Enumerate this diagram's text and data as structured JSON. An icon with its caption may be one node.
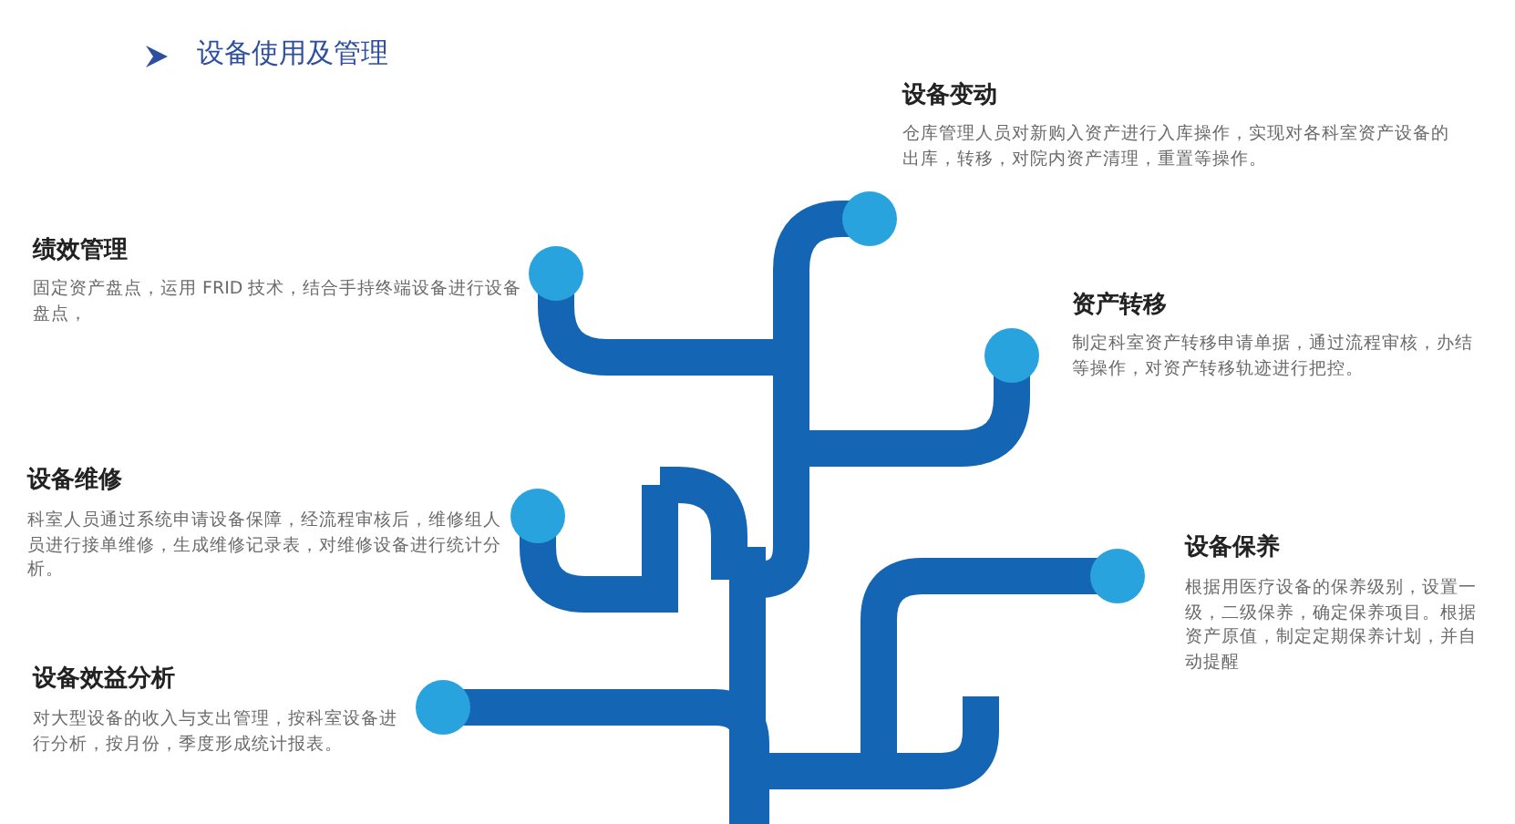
{
  "diagram": {
    "title": "设备使用及管理",
    "labels": [
      "设备变动",
      "仓库管理人员对新购入资产进行入库操作，实现对各科室资产设备的出库，转移，对院内资产清理，重置等操作。",
      "绩效管理",
      "固定资产盘点，运用 FRID 技术，结合手持终端设备进行设备盘点，",
      "资产转移",
      "制定科室资产转移申请单据，通过流程审核，办结等操作，对资产转移轨迹进行把控。",
      "设备维修",
      "科室人员通过系统申请设备保障，经流程审核后，维修组人员进行接单维修，生成维修记录表，对维修设备进行统计分析。",
      "设备保养",
      "根据用医疗设备的保养级别，设置一级，二级保养，确定保养项目。根据资产原值，制定定期保养计划，并自动提醒",
      "设备效益分析",
      "对大型设备的收入与支出管理，按科室设备进行分析，按月份，季度形成统计报表。"
    ]
  }
}
